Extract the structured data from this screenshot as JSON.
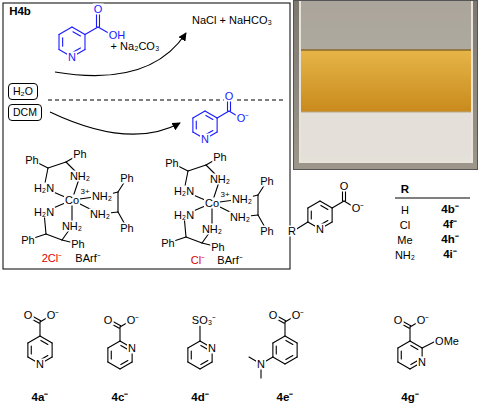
{
  "diagram": {
    "nodes": [
      {
        "text": [
          "H₂O"
        ]
      },
      {
        "text": [
          "DCM"
        ]
      }
    ],
    "labels": [
      "H4b",
      "O",
      "OH",
      "N",
      "+ Na₂CO₃",
      "NaCl + NaHCO₃",
      "N",
      "O",
      "O⁻",
      "Co",
      "3+",
      "NH₂",
      "H₂N",
      "NH₂",
      "NH₂",
      "H₂N",
      "NH₂",
      "Ph",
      "Ph",
      "Ph",
      "Ph",
      "Ph",
      "Ph",
      "2Cl⁻",
      "BArf⁻",
      "Co",
      "3+",
      "NH₂",
      "H₂N",
      "NH₂",
      "NH₂",
      "H₂N",
      "NH₂",
      "Ph",
      "Ph",
      "Ph",
      "Ph",
      "Ph",
      "Ph",
      "Cl⁻",
      "BArf⁻",
      "R",
      "O",
      "O⁻",
      "N",
      "R",
      "H",
      "4b⁻",
      "Cl",
      "4f⁻",
      "Me",
      "4h⁻",
      "NH₂",
      "4i⁻",
      "O",
      "O⁻",
      "N",
      "4a⁻",
      "O",
      "O⁻",
      "N",
      "4c⁻",
      "SO₃⁻",
      "N",
      "4d⁻",
      "O",
      "O⁻",
      "N",
      "4e⁻",
      "O",
      "O⁻",
      "OMe",
      "N",
      "4g⁻"
    ]
  }
}
